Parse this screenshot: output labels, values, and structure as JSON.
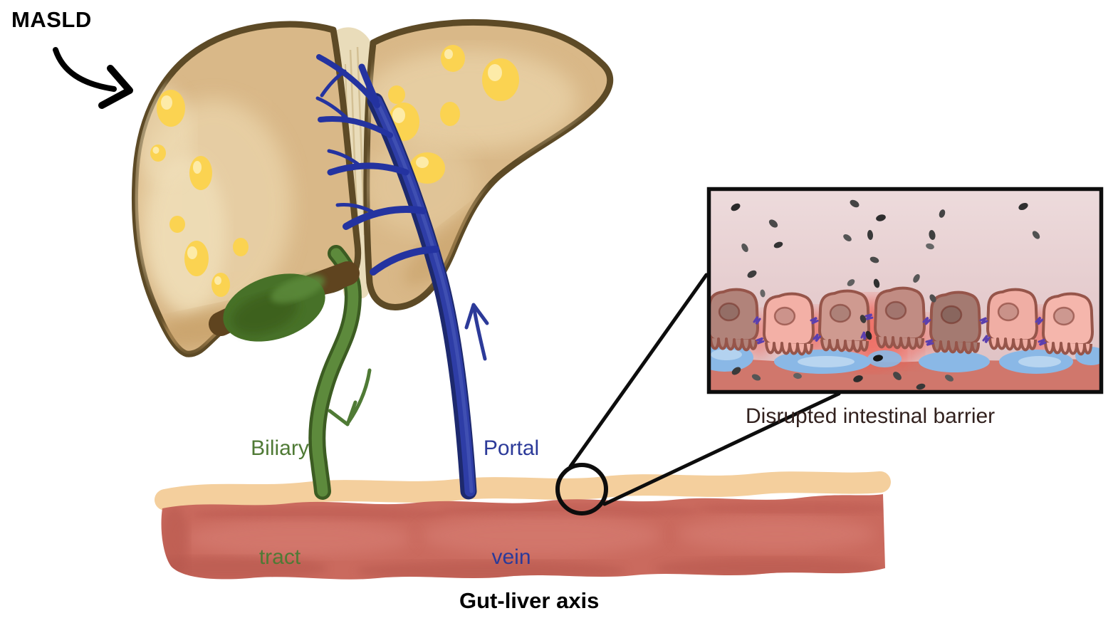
{
  "diagram": {
    "disease_label": "MASLD",
    "biliary_label": {
      "line1": "Biliary",
      "line2": "tract"
    },
    "portal_label": {
      "line1": "Portal",
      "line2": "vein"
    },
    "inset_caption": "Disrupted intestinal barrier",
    "axis_caption": "Gut-liver axis"
  },
  "colors": {
    "liver_parenchyma": "#d9b888",
    "liver_highlight": "#e8d0a6",
    "liver_outline": "#5d4a26",
    "steatosis_droplet": "#fbd351",
    "falciform_ligament": "#e9dcba",
    "portal_vein": "#2e3da6",
    "portal_vein_dark": "#1d296e",
    "biliary_tract": "#5d8a3c",
    "biliary_dark": "#3c5c22",
    "gallbladder": "#477128",
    "gut_serosa": "#f4cf9d",
    "gut_wall": "#ca6a5e",
    "lumen_background": "#e8d4d6",
    "lamina_propria": "#d0776c",
    "epithelial_light": "#f3b0a6",
    "epithelial_dark": "#a47a71",
    "tight_junction": "#5b3fae",
    "leaked_fluid": "#8ab8e6",
    "bacteria": "#3a3a3a",
    "callout_black": "#0d0d0d",
    "label_green": "#4f7a35",
    "label_navy": "#2c3a99",
    "caption_dark": "#32211e",
    "label_black": "#000000"
  }
}
